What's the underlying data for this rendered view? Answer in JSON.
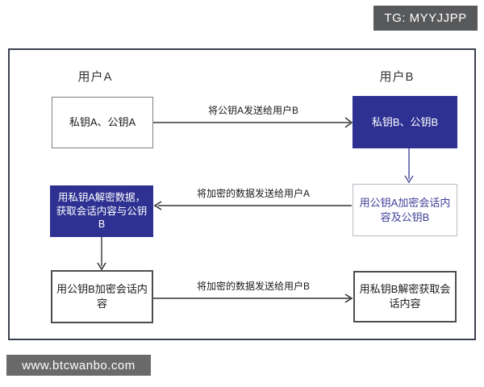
{
  "badges": {
    "tg": "TG: MYYJJPP",
    "site": "www.btcwanbo.com"
  },
  "colors": {
    "node_blue": "#2e3192",
    "badge_gray": "#58595b",
    "frame_border": "#3c4152",
    "indigo_arrow": "#5c5fa8",
    "outline_blue_text": "#3f3f99"
  },
  "diagram": {
    "actors": {
      "a": {
        "label": "用户A"
      },
      "b": {
        "label": "用户B"
      }
    },
    "nodes": {
      "a_keys": "私钥A、公钥A",
      "b_keys": "私钥B、公钥B",
      "b_encrypt": "用公钥A加密会话内容及公钥B",
      "a_decrypt": "用私钥A解密数据，获取会话内容与公钥B",
      "a_encrypt": "用公钥B加密会话内容",
      "b_decrypt": "用私钥B解密获取会话内容"
    },
    "edges": {
      "send_pubkey_a_to_b": "将公钥A发送给用户B",
      "send_encrypted_to_a": "将加密的数据发送给用户A",
      "send_encrypted_to_b": "将加密的数据发送给用户B"
    }
  }
}
